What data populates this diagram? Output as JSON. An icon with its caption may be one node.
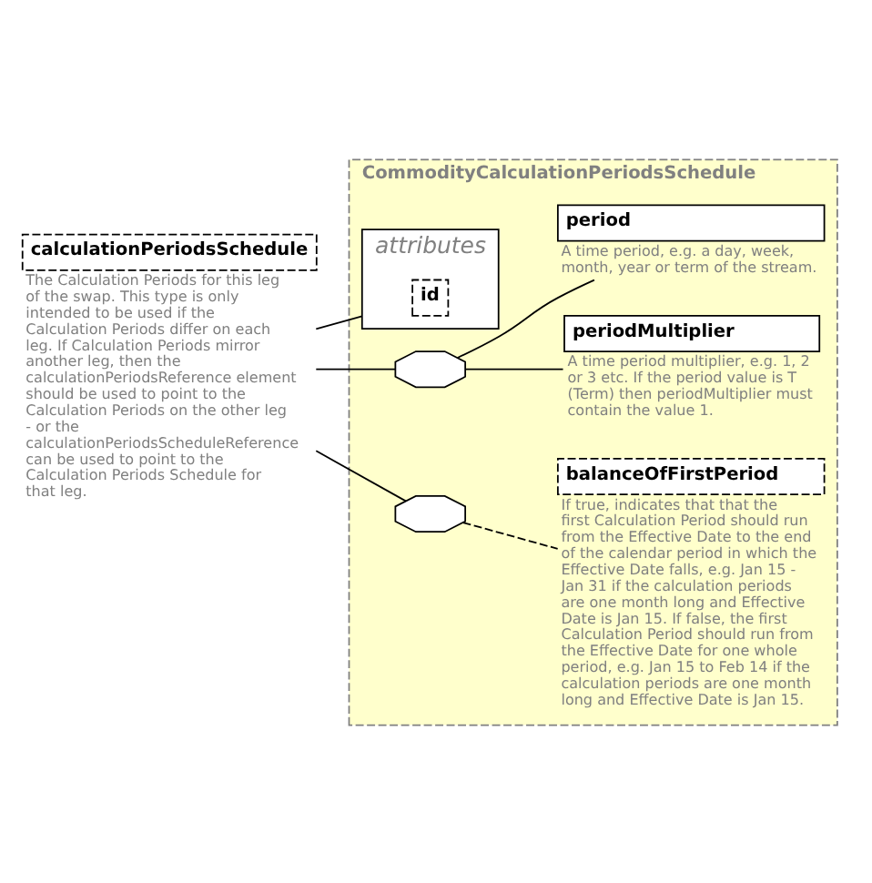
{
  "diagram": {
    "nodes": [
      {
        "text": [
          "calculationPeriodsSchedule"
        ],
        "beside": [
          "The Calculation Periods for this leg of the swap. This type is only intended to be used if the Calculation Periods differ on each leg. If Calculation Periods mirror another leg, then the calculationPeriodsReference element should be used to point to the Calculation Periods on the other leg - or the calculationPeriodsScheduleReference can be used to point to the Calculation Periods Schedule for that leg."
        ]
      },
      {
        "text": [
          "CommodityCalculationPeriodsSchedule"
        ]
      },
      {
        "text": [
          "attributes"
        ],
        "in": 1
      },
      {
        "text": [
          "id"
        ],
        "in": 2
      },
      {
        "text": [],
        "shape": "octagon",
        "in": 1
      },
      {
        "text": [
          "periodMultiplier"
        ],
        "in": 1,
        "beside": [
          "A time period multiplier, e.g. 1, 2 or 3 etc. If the period value is T (Term) then periodMultiplier must contain the value 1."
        ]
      },
      {
        "text": [
          "period"
        ],
        "in": 1,
        "beside": [
          "A time period, e.g. a day, week, month, year or term of the stream."
        ]
      },
      {
        "text": [],
        "shape": "octagon",
        "in": 1
      },
      {
        "text": [
          "balanceOfFirstPeriod"
        ],
        "in": 1,
        "beside": [
          "If true, indicates that that the first Calculation Period should run from the Effective Date to the end of the calendar period in which the Effective Date falls, e.g. Jan 15 - Jan 31 if the calculation periods are one month long and Effective Date is Jan 15. If false, the first Calculation Period should run from the Effective Date for one whole period, e.g. Jan 15 to Feb 14 if the calculation periods are one month long and Effective Date is Jan 15."
        ]
      }
    ],
    "edges": [
      {
        "from": 0,
        "to": 2,
        "arrow": "none"
      },
      {
        "from": 0,
        "to": 4,
        "arrow": "none"
      },
      {
        "from": 0,
        "to": 7,
        "arrow": "none"
      },
      {
        "from": 4,
        "to": 5,
        "arrow": "none"
      },
      {
        "from": 4,
        "to": 6,
        "arrow": "none"
      },
      {
        "from": 7,
        "to": 8,
        "arrow": "none",
        "style": "dashed"
      }
    ]
  }
}
